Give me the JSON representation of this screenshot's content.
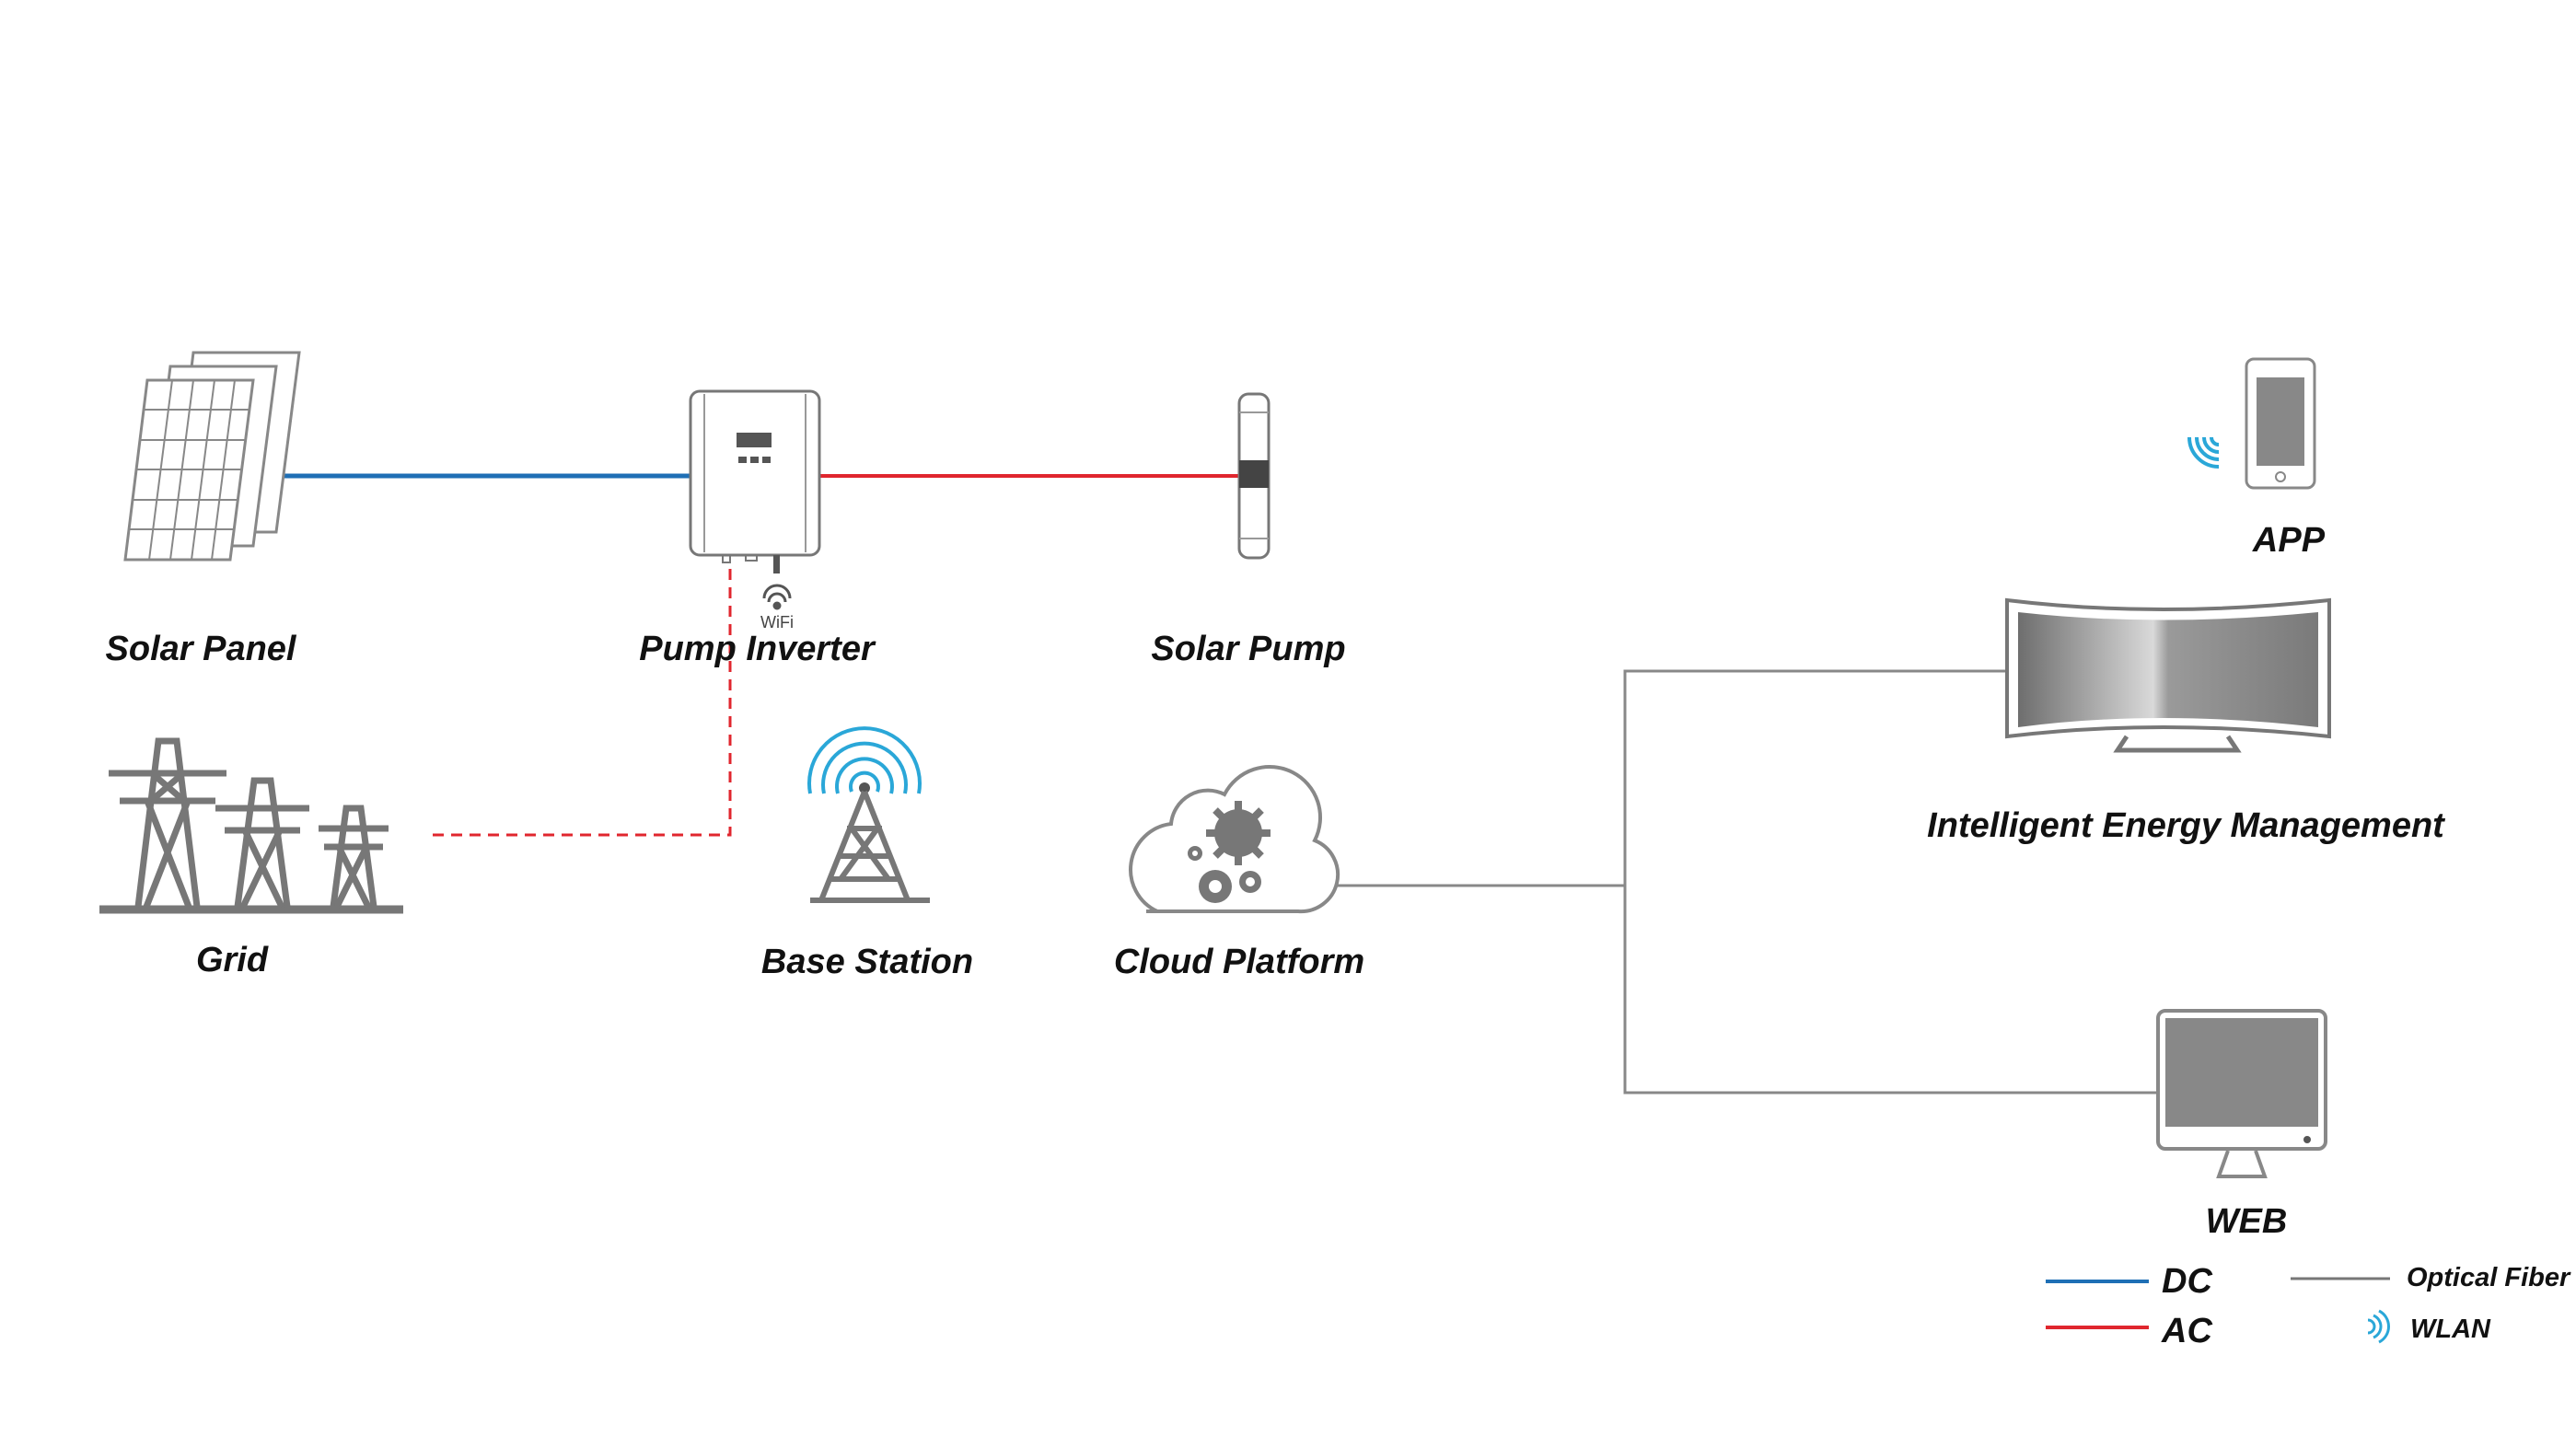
{
  "labels": {
    "solar_panel": "Solar Panel",
    "pump_inverter": "Pump Inverter",
    "solar_pump": "Solar Pump",
    "grid": "Grid",
    "base_station": "Base Station",
    "cloud_platform": "Cloud Platform",
    "app": "APP",
    "iem": "Intelligent Energy Management",
    "web": "WEB",
    "wifi": "WiFi"
  },
  "legend": {
    "dc": "DC",
    "ac": "AC",
    "optical_fiber": "Optical Fiber",
    "wlan": "WLAN"
  },
  "colors": {
    "dc": "#1f6fb5",
    "ac": "#e0262e",
    "fiber": "#888888",
    "wlan": "#2aa7d8",
    "device": "#8a8a8a"
  }
}
